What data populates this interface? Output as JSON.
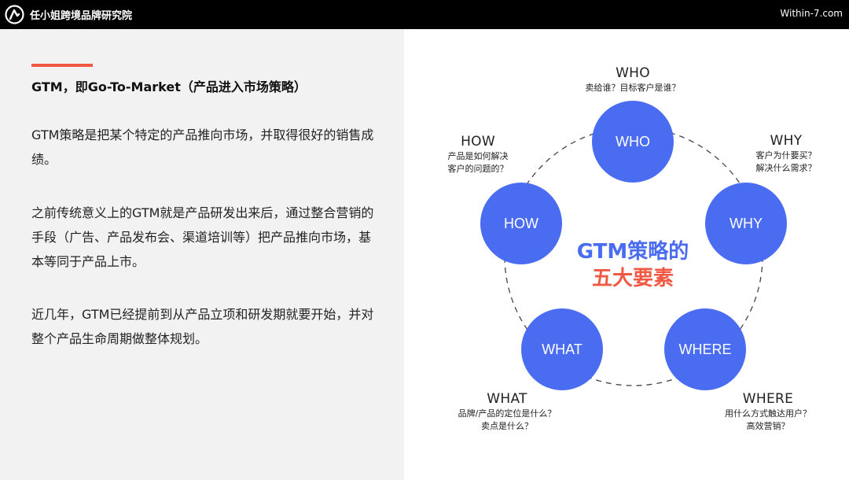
{
  "topbar": {
    "brand": "任小姐跨境品牌研究院",
    "site": "Within-7.com"
  },
  "left": {
    "headline": "GTM，即Go-To-Market（产品进入市场策略）",
    "paragraphs": [
      "GTM策略是把某个特定的产品推向市场，并取得很好的销售成绩。",
      "之前传统意义上的GTM就是产品研发出来后，通过整合营销的手段（广告、产品发布会、渠道培训等）把产品推向市场，基本等同于产品上市。",
      "近几年，GTM已经提前到从产品立项和研发期就要开始，并对整个产品生命周期做整体规划。"
    ]
  },
  "diagram": {
    "center": {
      "line1": "GTM策略的",
      "line2": "五大要素"
    },
    "node_color": "#4a6cf0",
    "nodes": [
      {
        "id": "who",
        "label": "WHO",
        "title": "WHO",
        "desc": [
          "卖给谁？目标客户是谁？"
        ]
      },
      {
        "id": "why",
        "label": "WHY",
        "title": "WHY",
        "desc": [
          "客户为什要买？",
          "解决什么需求？"
        ]
      },
      {
        "id": "where",
        "label": "WHERE",
        "title": "WHERE",
        "desc": [
          "用什么方式触达用户？",
          "高效营销？"
        ]
      },
      {
        "id": "what",
        "label": "WHAT",
        "title": "WHAT",
        "desc": [
          "品牌/产品的定位是什么？",
          "卖点是什么？"
        ]
      },
      {
        "id": "how",
        "label": "HOW",
        "title": "HOW",
        "desc": [
          "产品是如何解决",
          "客户的问题的？"
        ]
      }
    ]
  }
}
